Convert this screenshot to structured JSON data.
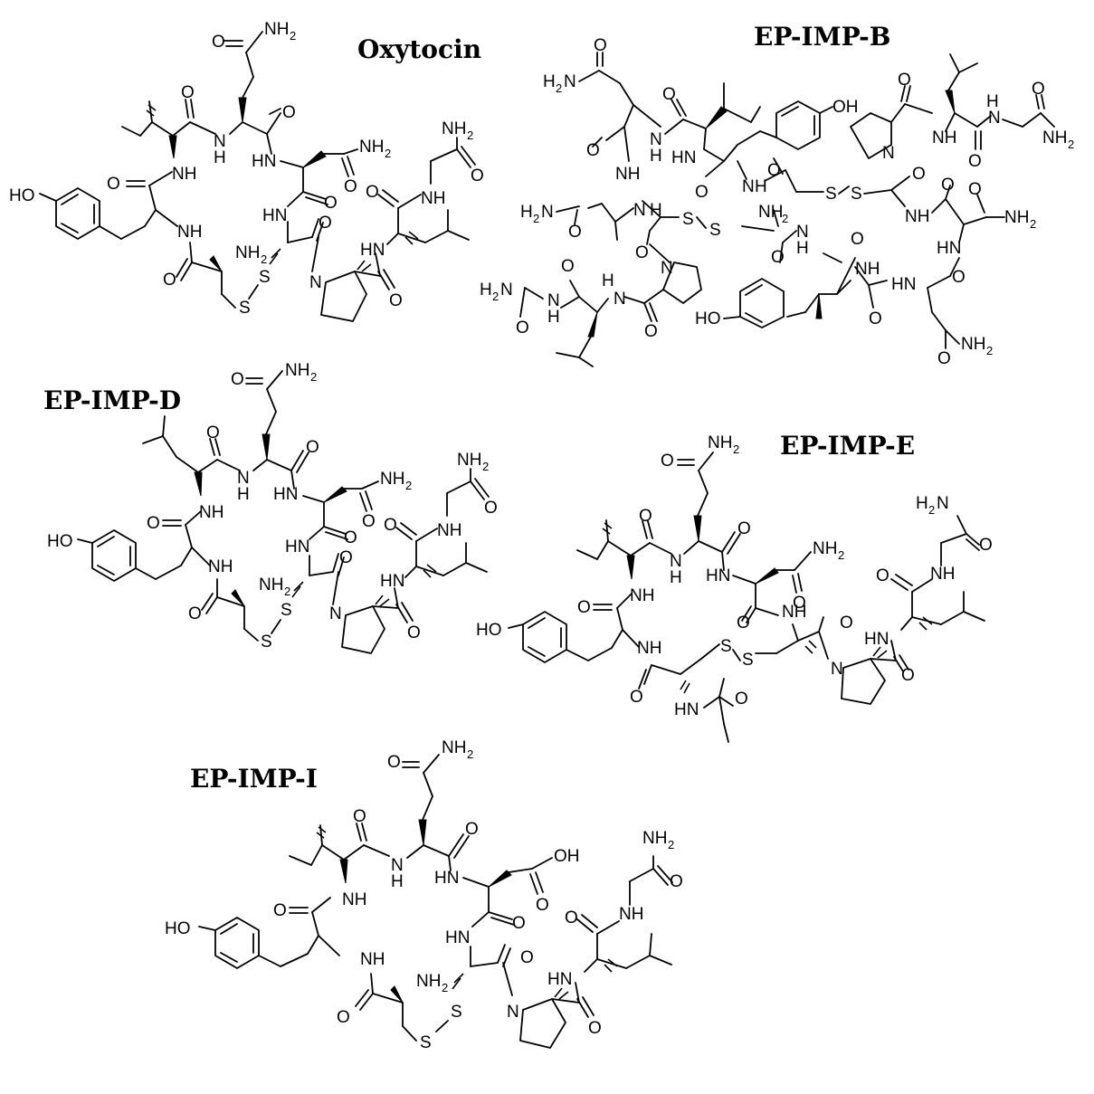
{
  "figure": {
    "molecules": [
      {
        "id": "oxytocin",
        "title": "Oxytocin"
      },
      {
        "id": "ep-imp-b",
        "title": "EP-IMP-B"
      },
      {
        "id": "ep-imp-d",
        "title": "EP-IMP-D"
      },
      {
        "id": "ep-imp-e",
        "title": "EP-IMP-E"
      },
      {
        "id": "ep-imp-i",
        "title": "EP-IMP-I"
      }
    ],
    "atom_labels": {
      "nh2": "NH",
      "nh2_sub": "2",
      "h2n": "H",
      "h2n_sub": "2",
      "h2n_n": "N",
      "nh": "NH",
      "hn": "HN",
      "n": "N",
      "o": "O",
      "oh": "OH",
      "ho": "HO",
      "s": "S",
      "h": "H"
    }
  }
}
